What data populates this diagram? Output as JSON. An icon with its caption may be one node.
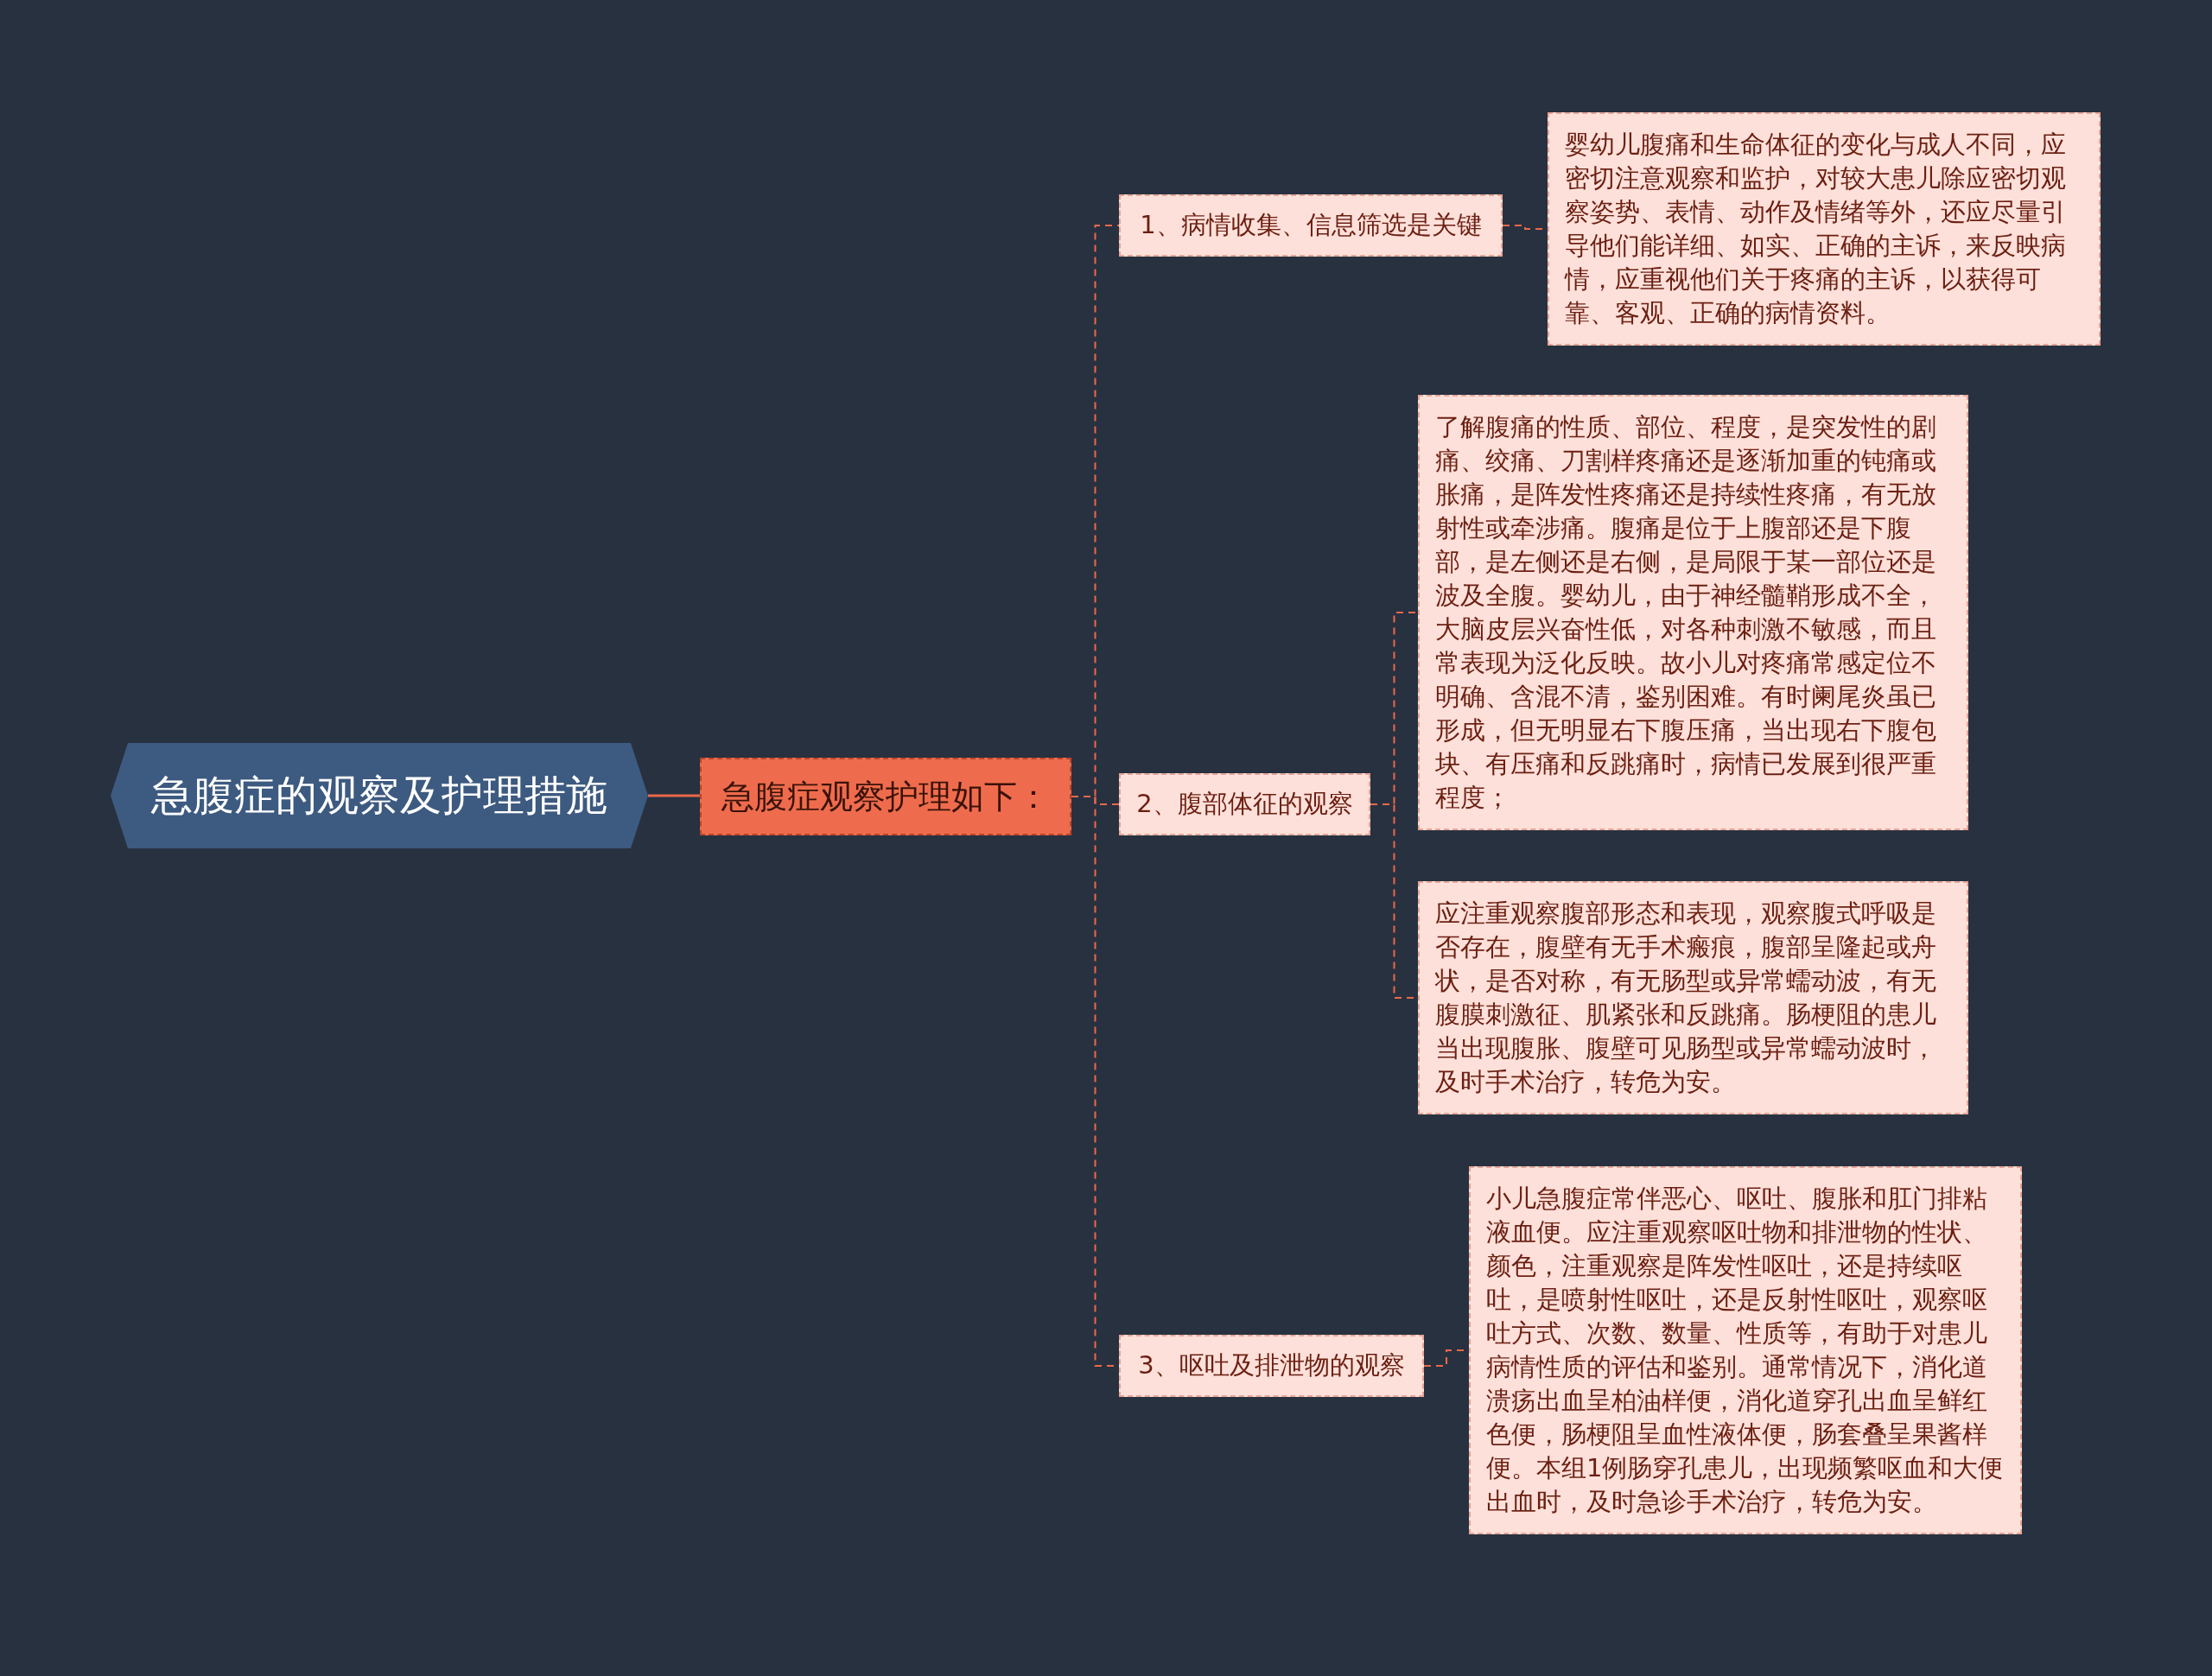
{
  "diagram": {
    "nodes": [
      {
        "text": [
          "急腹症的观察及护理措施"
        ]
      },
      {
        "text": [
          "急腹症观察护理如下："
        ]
      },
      {
        "text": [
          "1、病情收集、信息筛选是关键"
        ]
      },
      {
        "text": [
          "婴幼儿腹痛和生命体征的变化与成人不同，应密切注意观察和监护，对较大患儿除应密切观察姿势、表情、动作及情绪等外，还应尽量引导他们能详细、如实、正确的主诉，来反映病情，应重视他们关于疼痛的主诉，以获得可靠、客观、正确的病情资料。"
        ]
      },
      {
        "text": [
          "2、腹部体征的观察"
        ]
      },
      {
        "text": [
          "了解腹痛的性质、部位、程度，是突发性的剧痛、绞痛、刀割样疼痛还是逐渐加重的钝痛或胀痛，是阵发性疼痛还是持续性疼痛，有无放射性或牵涉痛。腹痛是位于上腹部还是下腹部，是左侧还是右侧，是局限于某一部位还是波及全腹。婴幼儿，由于神经髓鞘形成不全，大脑皮层兴奋性低，对各种刺激不敏感，而且常表现为泛化反映。故小儿对疼痛常感定位不明确、含混不清，鉴别困难。有时阑尾炎虽已形成，但无明显右下腹压痛，当出现右下腹包块、有压痛和反跳痛时，病情已发展到很严重程度；"
        ]
      },
      {
        "text": [
          "应注重观察腹部形态和表现，观察腹式呼吸是否存在，腹壁有无手术瘢痕，腹部呈隆起或舟状，是否对称，有无肠型或异常蠕动波，有无腹膜刺激征、肌紧张和反跳痛。肠梗阻的患儿当出现腹胀、腹壁可见肠型或异常蠕动波时，及时手术治疗，转危为安。"
        ]
      },
      {
        "text": [
          "3、呕吐及排泄物的观察"
        ]
      },
      {
        "text": [
          "小儿急腹症常伴恶心、呕吐、腹胀和肛门排粘液血便。应注重观察呕吐物和排泄物的性状、颜色，注重观察是阵发性呕吐，还是持续呕吐，是喷射性呕吐，还是反射性呕吐，观察呕吐方式、次数、数量、性质等，有助于对患儿病情性质的评估和鉴别。通常情况下，消化道溃疡出血呈柏油样便，消化道穿孔出血呈鲜红色便，肠梗阻呈血性液体便，肠套叠呈果酱样便。本组1例肠穿孔患儿，出现频繁呕血和大便出血时，及时急诊手术治疗，转危为安。"
        ]
      }
    ],
    "edges": [
      {
        "from": 0,
        "to": 1,
        "arrow": "none"
      },
      {
        "from": 1,
        "to": 2,
        "arrow": "none",
        "style": "dashed"
      },
      {
        "from": 1,
        "to": 4,
        "arrow": "none",
        "style": "dashed"
      },
      {
        "from": 1,
        "to": 7,
        "arrow": "none",
        "style": "dashed"
      },
      {
        "from": 2,
        "to": 3,
        "arrow": "none",
        "style": "dashed"
      },
      {
        "from": 4,
        "to": 5,
        "arrow": "none",
        "style": "dashed"
      },
      {
        "from": 4,
        "to": 6,
        "arrow": "none",
        "style": "dashed"
      },
      {
        "from": 7,
        "to": 8,
        "arrow": "none",
        "style": "dashed"
      }
    ]
  }
}
